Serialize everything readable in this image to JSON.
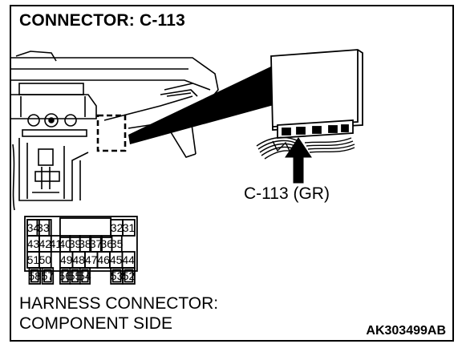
{
  "title": "CONNECTOR: C-113",
  "callout_label": "C-113 (GR)",
  "caption_line1": "HARNESS CONNECTOR:",
  "caption_line2": "COMPONENT SIDE",
  "figure_code": "AK303499AB",
  "pins": {
    "top_left": [
      "34",
      "33"
    ],
    "top_right": [
      "32",
      "31"
    ],
    "row2": [
      "43",
      "42",
      "41",
      "40",
      "39",
      "38",
      "37",
      "36",
      "35"
    ],
    "row3_left": [
      "51",
      "50"
    ],
    "row3_right": [
      "49",
      "48",
      "47",
      "46",
      "45",
      "44"
    ],
    "row4_left": [
      "58",
      "57"
    ],
    "row4_right": [
      "56",
      "55",
      "54",
      "53",
      "52"
    ]
  }
}
